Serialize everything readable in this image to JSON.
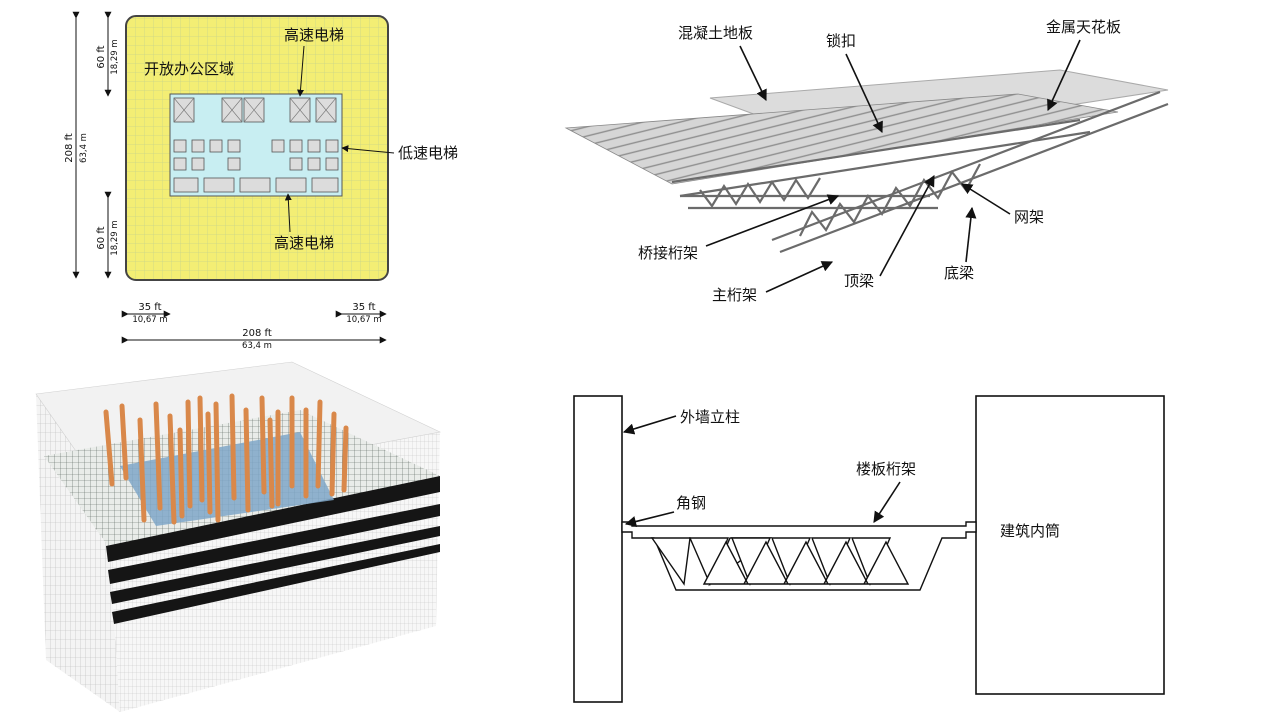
{
  "floor_plan": {
    "open_office": "开放办公区域",
    "high_speed_elevator_top": "高速电梯",
    "high_speed_elevator_bottom": "高速电梯",
    "low_speed_elevator": "低速电梯",
    "dim_height_total": "208 ft",
    "dim_height_total_m": "63,4 m",
    "dim_top_ft": "60 ft",
    "dim_top_m": "18,29 m",
    "dim_bottom_ft": "60 ft",
    "dim_bottom_m": "18,29 m",
    "dim_left_ft": "35 ft",
    "dim_left_m": "10,67 m",
    "dim_right_ft": "35 ft",
    "dim_right_m": "10,67 m",
    "dim_width_total": "208 ft",
    "dim_width_total_m": "63,4 m"
  },
  "floor_system": {
    "concrete_slab": "混凝土地板",
    "locking_clip": "锁扣",
    "metal_deck": "金属天花板",
    "web_truss": "网架",
    "bridging_truss": "桥接桁架",
    "main_truss": "主桁架",
    "top_chord": "顶梁",
    "bottom_chord": "底梁"
  },
  "section": {
    "exterior_column": "外墙立柱",
    "floor_truss": "楼板桁架",
    "angle_steel": "角钢",
    "core": "建筑内筒"
  },
  "colors": {
    "floor_yellow": "#f5f07a",
    "core_cyan": "#c8eef2",
    "column_orange": "#e08a4a"
  }
}
